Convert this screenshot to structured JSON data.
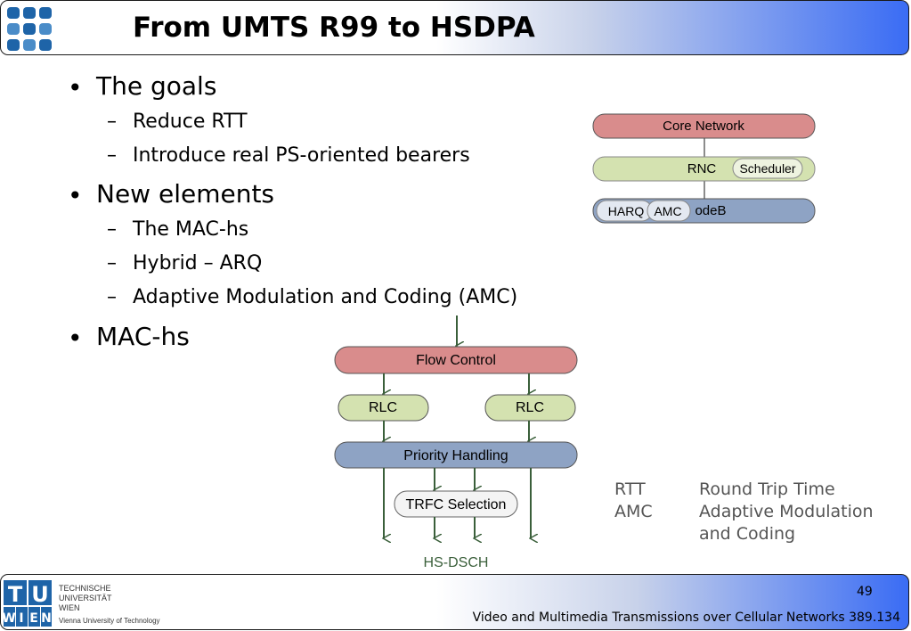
{
  "slide": {
    "title": "From UMTS R99 to HSDPA",
    "bullets": [
      {
        "text": "The goals",
        "sub": [
          "Reduce RTT",
          "Introduce real PS-oriented bearers"
        ]
      },
      {
        "text": "New elements",
        "sub": [
          "The MAC-hs",
          "Hybrid – ARQ",
          "Adaptive Modulation and Coding (AMC)"
        ]
      },
      {
        "text": "MAC-hs",
        "sub": []
      }
    ],
    "dash": "–",
    "bullet_char": "•"
  },
  "network_diagram": {
    "core": "Core Network",
    "rnc": "RNC",
    "scheduler": "Scheduler",
    "nodeb": "NodeB",
    "nodeb_visible": "odeB",
    "harq": "HARQ",
    "amc": "AMC"
  },
  "mac_diagram": {
    "flow_control": "Flow Control",
    "rlc_left": "RLC",
    "rlc_right": "RLC",
    "priority": "Priority Handling",
    "trfc": "TRFC Selection",
    "hsdsch": "HS-DSCH"
  },
  "abbreviations": [
    {
      "abbr": "RTT",
      "def": "Round Trip Time"
    },
    {
      "abbr": "AMC",
      "def": "Adaptive Modulation"
    },
    {
      "abbr": "",
      "def": "and Coding"
    }
  ],
  "footer": {
    "page_number": "49",
    "course": "Video and Multimedia Transmissions over Cellular Networks 389.134",
    "logo_letters": [
      "T",
      "U",
      "W",
      "I",
      "E",
      "N"
    ],
    "logo_lines": [
      "TECHNISCHE",
      "UNIVERSITÄT",
      "WIEN",
      "Vienna University of Technology"
    ]
  },
  "colors": {
    "red_box": "#d98c8c",
    "green_box": "#d4e2b0",
    "blue_box": "#8ea3c4",
    "arrow_green": "#3a5f3a",
    "header_blue": "#3a6cf4",
    "logo_blue": "#1e64a8"
  }
}
